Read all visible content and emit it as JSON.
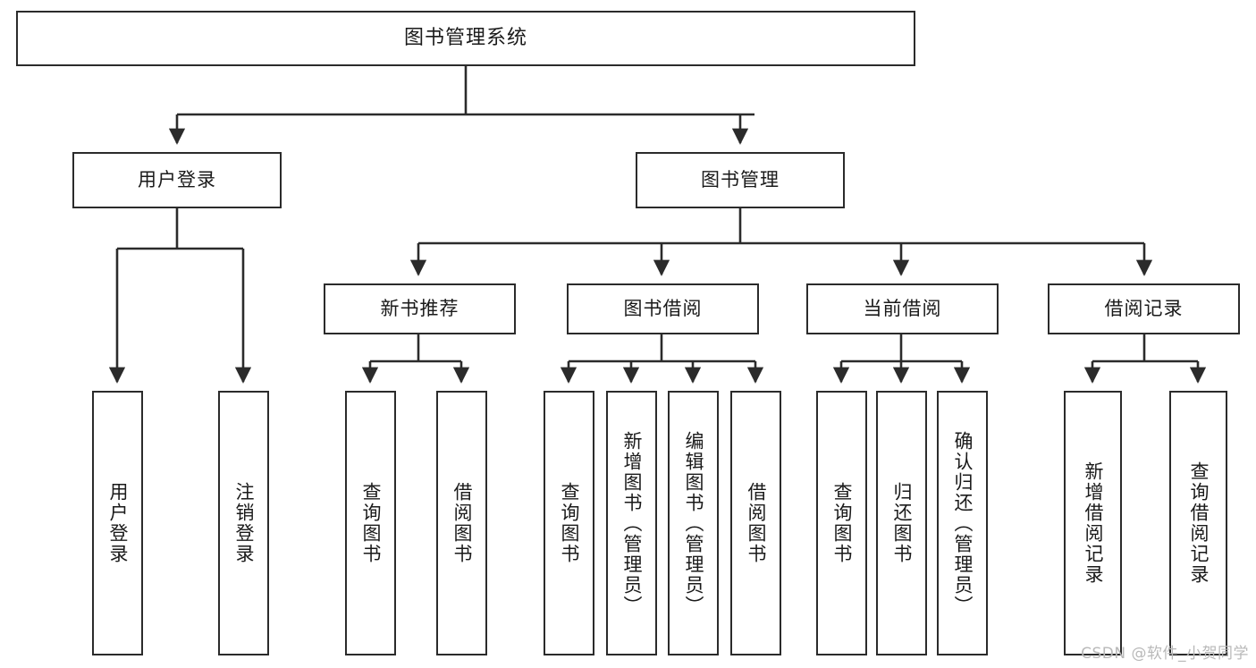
{
  "diagram": {
    "title": "图书管理系统",
    "watermark": "CSDN @软件_小贺同学",
    "stroke_color": "#2b2b2b",
    "fill_color": "#ffffff",
    "text_color": "#1a1a1a",
    "watermark_color": "#b9b9b9"
  },
  "nodes": {
    "root": {
      "label": "图书管理系统",
      "level": 1
    },
    "level2": [
      {
        "id": "user-login",
        "label": "用户登录"
      },
      {
        "id": "book-management",
        "label": "图书管理"
      }
    ],
    "level3": [
      {
        "id": "new-book-recommend",
        "label": "新书推荐"
      },
      {
        "id": "book-borrow",
        "label": "图书借阅"
      },
      {
        "id": "current-borrow",
        "label": "当前借阅"
      },
      {
        "id": "borrow-record",
        "label": "借阅记录"
      }
    ],
    "leaves": [
      {
        "id": "leaf-user-login",
        "parent": "user-login",
        "label": "用户登录"
      },
      {
        "id": "leaf-logout",
        "parent": "user-login",
        "label": "注销登录"
      },
      {
        "id": "leaf-query-book-1",
        "parent": "new-book-recommend",
        "label": "查询图书"
      },
      {
        "id": "leaf-borrow-book-1",
        "parent": "new-book-recommend",
        "label": "借阅图书"
      },
      {
        "id": "leaf-query-book-2",
        "parent": "book-borrow",
        "label": "查询图书"
      },
      {
        "id": "leaf-add-book",
        "parent": "book-borrow",
        "label": "新增图书（管理员）"
      },
      {
        "id": "leaf-edit-book",
        "parent": "book-borrow",
        "label": "编辑图书（管理员）"
      },
      {
        "id": "leaf-borrow-book-2",
        "parent": "book-borrow",
        "label": "借阅图书"
      },
      {
        "id": "leaf-query-book-3",
        "parent": "current-borrow",
        "label": "查询图书"
      },
      {
        "id": "leaf-return-book",
        "parent": "current-borrow",
        "label": "归还图书"
      },
      {
        "id": "leaf-confirm-return",
        "parent": "current-borrow",
        "label": "确认归还（管理员）"
      },
      {
        "id": "leaf-add-record",
        "parent": "borrow-record",
        "label": "新增借阅记录"
      },
      {
        "id": "leaf-query-record",
        "parent": "borrow-record",
        "label": "查询借阅记录"
      }
    ]
  }
}
